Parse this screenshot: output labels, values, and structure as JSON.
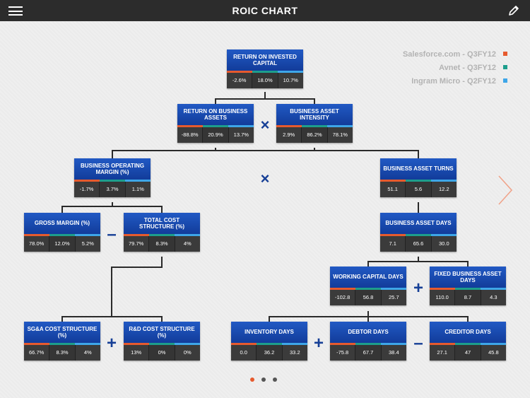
{
  "header": {
    "title": "ROIC CHART"
  },
  "colors": {
    "salesforce": "#e65a2e",
    "avnet": "#1d9e8c",
    "ingram": "#3ea6e8",
    "node_blue": "#1a4bb0",
    "operator": "#163f96"
  },
  "legend": [
    {
      "label": "Salesforce.com - Q3FY12",
      "color": "#e65a2e"
    },
    {
      "label": "Avnet - Q3FY12",
      "color": "#1d9e8c"
    },
    {
      "label": "Ingram Micro - Q2FY12",
      "color": "#3ea6e8"
    }
  ],
  "nodes": {
    "roic": {
      "label": "Return on Invested Capital",
      "values": [
        "-2.6%",
        "18.0%",
        "10.7%"
      ]
    },
    "roba": {
      "label": "Return on Business Assets",
      "values": [
        "-88.8%",
        "20.9%",
        "13.7%"
      ]
    },
    "bai": {
      "label": "Business Asset Intensity",
      "values": [
        "2.9%",
        "86.2%",
        "78.1%"
      ]
    },
    "bom": {
      "label": "Business Operating Margin (%)",
      "values": [
        "-1.7%",
        "3.7%",
        "1.1%"
      ]
    },
    "bat": {
      "label": "Business Asset Turns",
      "values": [
        "51.1",
        "5.6",
        "12.2"
      ]
    },
    "gm": {
      "label": "Gross Margin (%)",
      "values": [
        "78.0%",
        "12.0%",
        "5.2%"
      ]
    },
    "tcs": {
      "label": "Total Cost Structure (%)",
      "values": [
        "79.7%",
        "8.3%",
        "4%"
      ]
    },
    "bad": {
      "label": "Business Asset Days",
      "values": [
        "7.1",
        "65.6",
        "30.0"
      ]
    },
    "wcd": {
      "label": "Working Capital Days",
      "values": [
        "-102.8",
        "56.8",
        "25.7"
      ]
    },
    "fbad": {
      "label": "Fixed Business Asset Days",
      "values": [
        "110.0",
        "8.7",
        "4.3"
      ]
    },
    "sga": {
      "label": "SG&A Cost Structure (%)",
      "values": [
        "66.7%",
        "8.3%",
        "4%"
      ]
    },
    "rnd": {
      "label": "R&D Cost Structure (%)",
      "values": [
        "13%",
        "0%",
        "0%"
      ]
    },
    "inv": {
      "label": "Inventory Days",
      "values": [
        "0.0",
        "36.2",
        "33.2"
      ]
    },
    "debt": {
      "label": "Debtor Days",
      "values": [
        "-75.8",
        "67.7",
        "38.4"
      ]
    },
    "cred": {
      "label": "Creditor Days",
      "values": [
        "27.1",
        "47",
        "45.8"
      ]
    }
  },
  "operators": {
    "multiply": "×",
    "minus": "–",
    "plus": "+"
  },
  "pager": {
    "active_color": "#e65a2e",
    "inactive_color": "#555555"
  }
}
